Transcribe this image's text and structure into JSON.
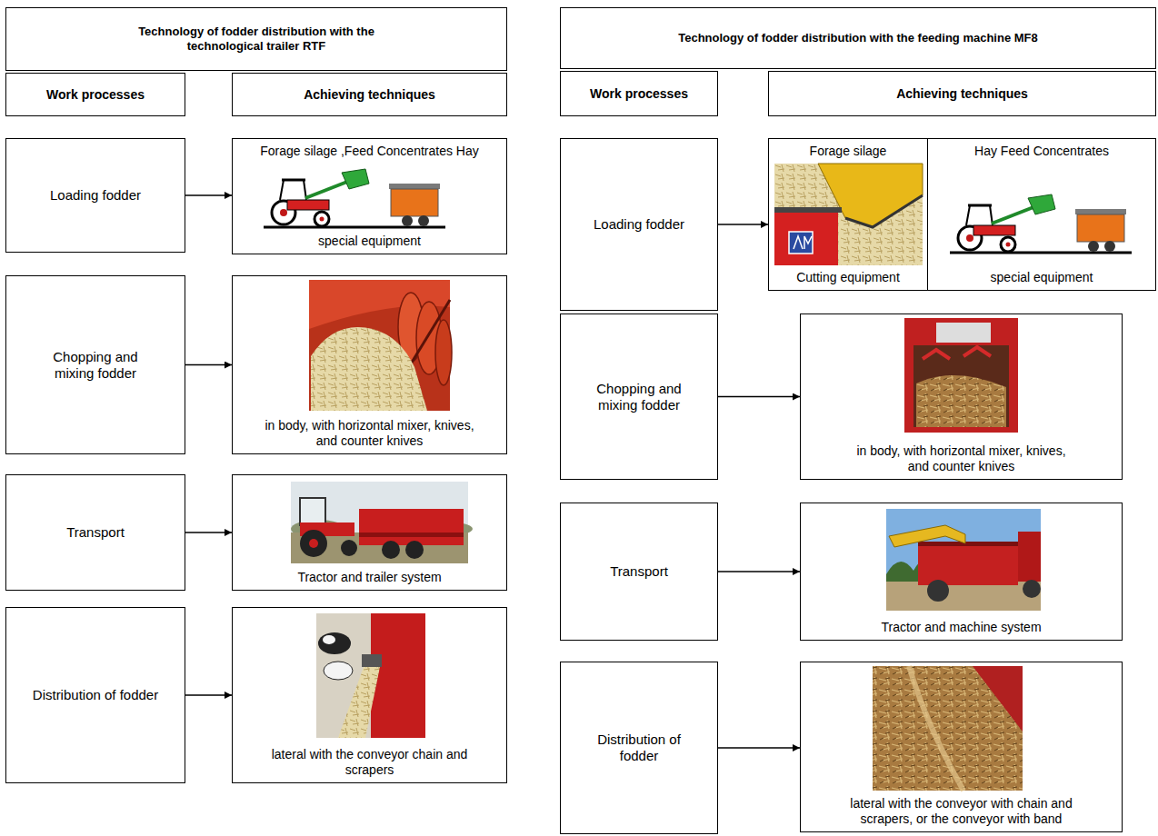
{
  "diagram": {
    "nodes": [
      {
        "text": [
          "Technology of fodder distribution with the technological trailer RTF"
        ]
      },
      {
        "text": [
          "Work processes"
        ]
      },
      {
        "text": [
          "Achieving techniques"
        ]
      },
      {
        "text": [
          "Loading fodder"
        ]
      },
      {
        "text": [
          "Forage silage ,Feed Concentrates Hay",
          "special equipment"
        ]
      },
      {
        "text": [
          "Chopping and mixing fodder"
        ]
      },
      {
        "text": [
          "in body, with horizontal mixer, knives, and counter knives"
        ]
      },
      {
        "text": [
          "Transport"
        ]
      },
      {
        "text": [
          "Tractor and trailer system"
        ]
      },
      {
        "text": [
          "Distribution of fodder"
        ]
      },
      {
        "text": [
          "lateral with the conveyor chain and scrapers"
        ]
      },
      {
        "text": [
          "Technology of fodder distribution with the feeding machine MF8"
        ]
      },
      {
        "text": [
          "Work processes"
        ]
      },
      {
        "text": [
          "Achieving techniques"
        ]
      },
      {
        "text": [
          "Loading fodder"
        ]
      },
      {
        "text": [
          "Forage silage",
          "Cutting equipment"
        ]
      },
      {
        "text": [
          "Hay Feed Concentrates",
          "special equipment"
        ]
      },
      {
        "text": [
          "Chopping and mixing fodder"
        ]
      },
      {
        "text": [
          "in body, with horizontal mixer, knives, and counter knives"
        ]
      },
      {
        "text": [
          "Transport"
        ]
      },
      {
        "text": [
          "Tractor and machine system"
        ]
      },
      {
        "text": [
          "Distribution of fodder"
        ]
      },
      {
        "text": [
          "lateral with the conveyor with chain and scrapers, or the conveyor with band"
        ]
      }
    ],
    "edges": [
      {
        "from": 3,
        "to": 4,
        "arrow": "to"
      },
      {
        "from": 5,
        "to": 6,
        "arrow": "to"
      },
      {
        "from": 7,
        "to": 8,
        "arrow": "to"
      },
      {
        "from": 9,
        "to": 10,
        "arrow": "to"
      },
      {
        "from": 14,
        "to": 15,
        "arrow": "to"
      },
      {
        "from": 17,
        "to": 18,
        "arrow": "to"
      },
      {
        "from": 19,
        "to": 20,
        "arrow": "to"
      },
      {
        "from": 21,
        "to": 22,
        "arrow": "to"
      }
    ]
  }
}
